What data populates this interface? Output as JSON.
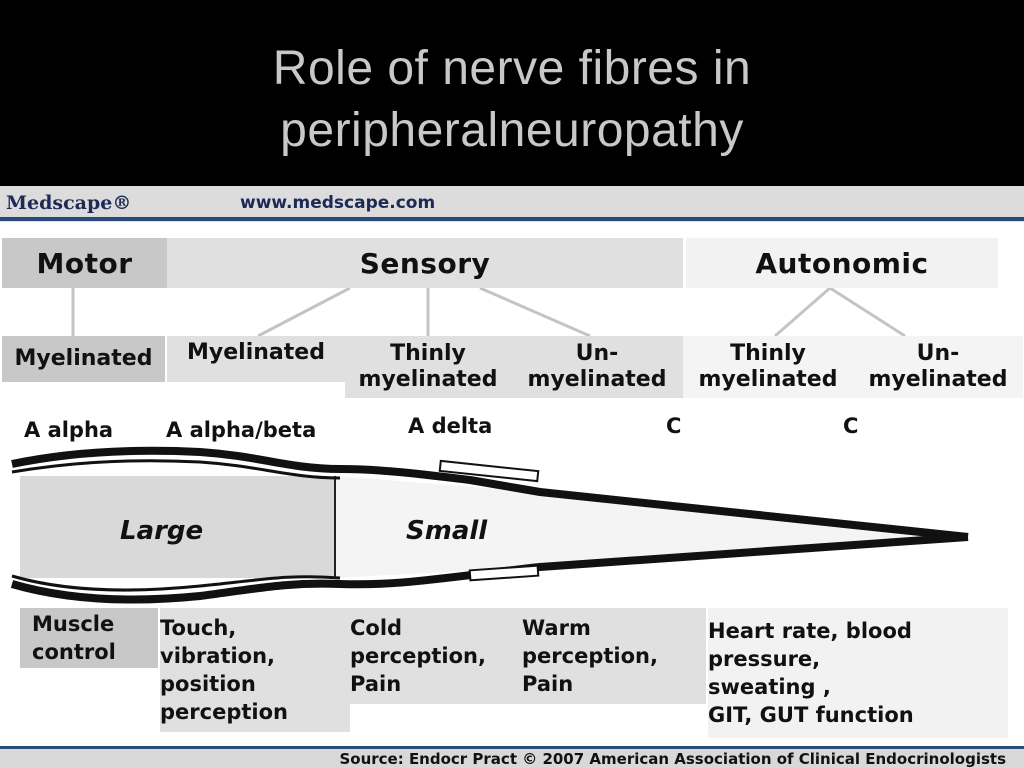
{
  "title": {
    "line1": "Role of nerve fibres in",
    "line2": "peripheralneuropathy"
  },
  "header": {
    "brand": "Medscape®",
    "url": "www.medscape.com"
  },
  "categories": [
    "Motor",
    "Sensory",
    "Autonomic"
  ],
  "subcategories": [
    {
      "line1": "Myelinated",
      "line2": ""
    },
    {
      "line1": "Myelinated",
      "line2": ""
    },
    {
      "line1": "Thinly",
      "line2": "myelinated"
    },
    {
      "line1": "Un-",
      "line2": "myelinated"
    },
    {
      "line1": "Thinly",
      "line2": "myelinated"
    },
    {
      "line1": "Un-",
      "line2": "myelinated"
    }
  ],
  "fiber_types": [
    "A alpha",
    "A alpha/beta",
    "A delta",
    "C",
    "C"
  ],
  "fiber_sizes": [
    "Large",
    "Small"
  ],
  "functions": [
    {
      "lines": [
        "Muscle",
        "control"
      ]
    },
    {
      "lines": [
        "Touch,",
        "vibration,",
        "position",
        "perception"
      ]
    },
    {
      "lines": [
        "Cold",
        "perception,",
        "Pain"
      ]
    },
    {
      "lines": [
        "Warm",
        "perception,",
        "Pain"
      ]
    },
    {
      "lines": [
        "Heart rate, blood",
        "pressure,",
        "sweating ,",
        "GIT, GUT function"
      ]
    }
  ],
  "source": "Source: Endocr Pract © 2007 American Association of Clinical Endocrinologists",
  "colors": {
    "slide_background": "#000000",
    "title_text": "#c8c8c8",
    "motor_box": "#c8c8c8",
    "sensory_box": "#e0e0e0",
    "autonomic_box": "#f2f2f2",
    "brand_blue": "#2a4a7a"
  }
}
